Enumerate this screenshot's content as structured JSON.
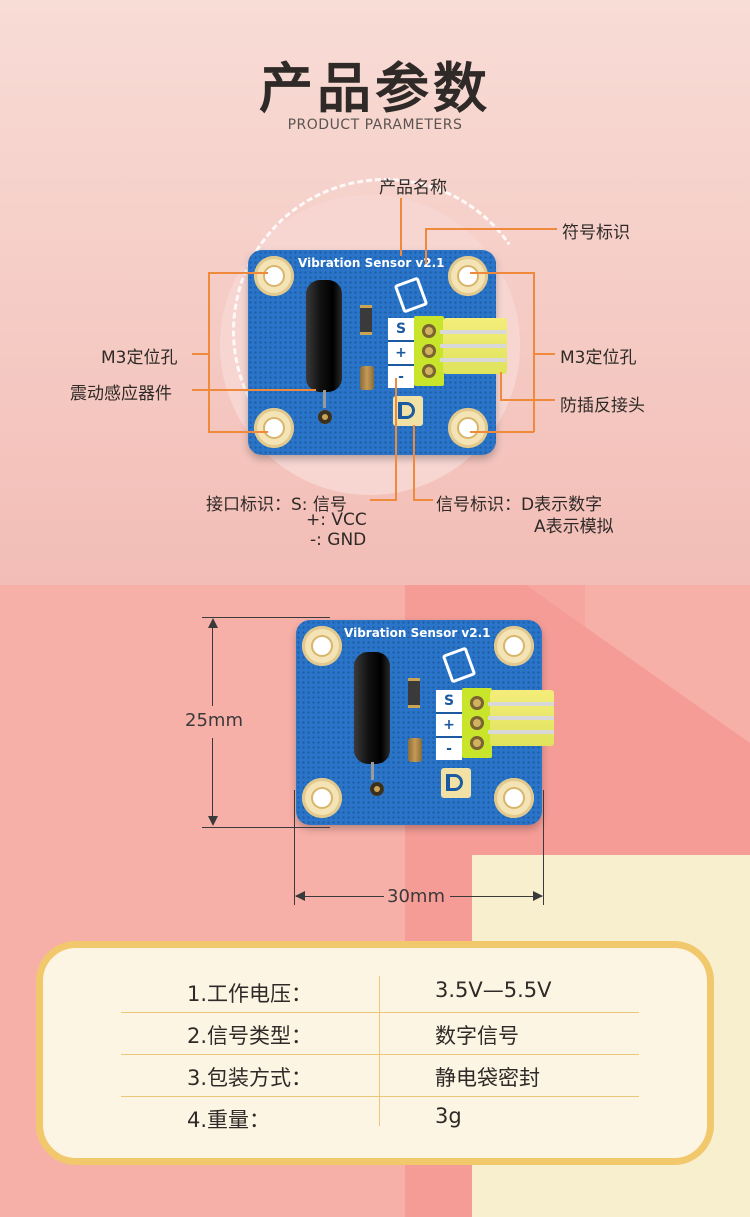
{
  "header": {
    "title": "产品参数",
    "subtitle": "PRODUCT PARAMETERS"
  },
  "board": {
    "name": "Vibration Sensor v2.1",
    "pin_labels": [
      "S",
      "+",
      "-"
    ]
  },
  "callouts": {
    "product_name": "产品名称",
    "symbol_mark": "符号标识",
    "m3_hole_left": "M3定位孔",
    "vibration_component": "震动感应器件",
    "m3_hole_right": "M3定位孔",
    "anti_reverse": "防插反接头",
    "interface_mark_line1": "接口标识：S: 信号",
    "interface_mark_line2": "+: VCC",
    "interface_mark_line3": "-: GND",
    "signal_mark_line1": "信号标识：D表示数字",
    "signal_mark_line2": "A表示模拟"
  },
  "dimensions": {
    "height": "25mm",
    "width": "30mm"
  },
  "specs": [
    {
      "label": "1.工作电压：",
      "value": "3.5V—5.5V"
    },
    {
      "label": "2.信号类型：",
      "value": "数字信号"
    },
    {
      "label": "3.包装方式：",
      "value": "静电袋密封"
    },
    {
      "label": "4.重量：",
      "value": "3g"
    }
  ],
  "colors": {
    "accent_orange": "#ef8a3c",
    "board_blue": "#2a75c9",
    "card_border": "#f2c86d",
    "connector_green": "#c8e52b"
  }
}
